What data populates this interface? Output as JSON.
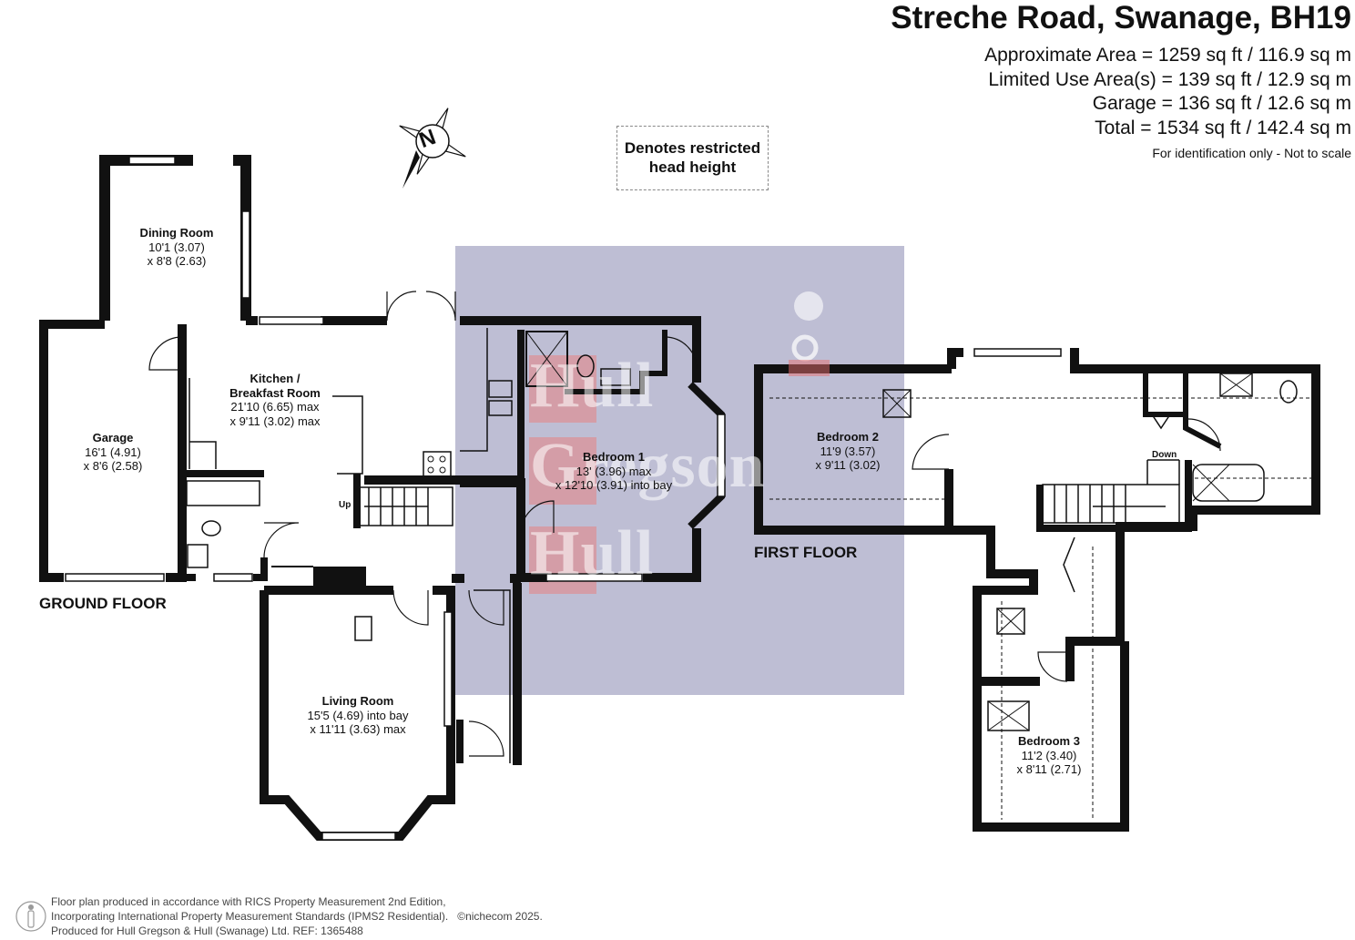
{
  "header": {
    "title": "Streche Road, Swanage, BH19",
    "areas": [
      "Approximate Area = 1259 sq ft / 116.9 sq m",
      "Limited Use Area(s) = 139 sq ft / 12.9 sq m",
      "Garage = 136 sq ft / 12.6 sq m",
      "Total = 1534 sq ft / 142.4 sq m"
    ],
    "note": "For identification only - Not to scale"
  },
  "legend": {
    "line1": "Denotes restricted",
    "line2": "head height"
  },
  "compass": {
    "letter": "N"
  },
  "floors": {
    "ground": "GROUND FLOOR",
    "first": "FIRST FLOOR"
  },
  "rooms": {
    "dining": {
      "name": "Dining Room",
      "d1": "10'1 (3.07)",
      "d2": "x 8'8 (2.63)"
    },
    "kitchen": {
      "name1": "Kitchen /",
      "name2": "Breakfast Room",
      "d1": "21'10 (6.65) max",
      "d2": "x 9'11 (3.02) max"
    },
    "garage": {
      "name": "Garage",
      "d1": "16'1 (4.91)",
      "d2": "x 8'6 (2.58)"
    },
    "bedroom1": {
      "name": "Bedroom 1",
      "d1": "13' (3.96) max",
      "d2": "x 12'10 (3.91) into bay"
    },
    "living": {
      "name": "Living Room",
      "d1": "15'5 (4.69) into bay",
      "d2": "x 11'11 (3.63) max"
    },
    "bedroom2": {
      "name": "Bedroom 2",
      "d1": "11'9 (3.57)",
      "d2": "x 9'11 (3.02)"
    },
    "bedroom3": {
      "name": "Bedroom 3",
      "d1": "11'2 (3.40)",
      "d2": "x 8'11 (2.71)"
    }
  },
  "stairs": {
    "up": "Up",
    "down": "Down"
  },
  "watermark": {
    "line1": "Hull",
    "line2": "Gregson",
    "line3": "Hull"
  },
  "footer": {
    "line1": "Floor plan produced in accordance with RICS Property Measurement 2nd Edition,",
    "line2": "Incorporating International Property Measurement Standards (IPMS2 Residential).",
    "brand": "©nichecom 2025.",
    "line3": "Produced for Hull Gregson & Hull (Swanage) Ltd.   REF:  1365488"
  },
  "colors": {
    "wall": "#111111",
    "watermark_bg": "#9696b9",
    "watermark_tile": "#e68282"
  }
}
